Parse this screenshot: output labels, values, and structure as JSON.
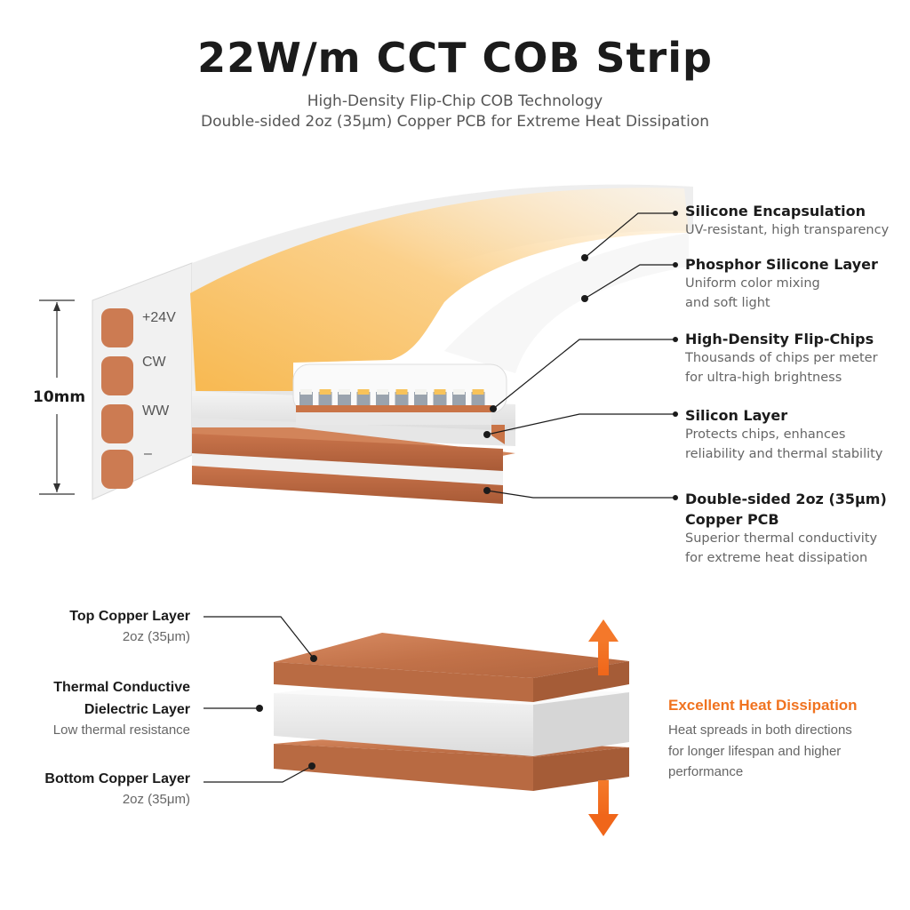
{
  "header": {
    "title": "22W/m CCT COB Strip",
    "subtitle_line1": "High-Density Flip-Chip COB Technology",
    "subtitle_line2": "Double-sided 2oz (35μm) Copper PCB for Extreme Heat Dissipation"
  },
  "strip": {
    "dimension": "10mm",
    "pads": [
      "+24V",
      "CW",
      "WW",
      "–"
    ],
    "chip_count": 10
  },
  "callouts": [
    {
      "head": "Silicone Encapsulation",
      "desc": [
        "UV-resistant, high transparency"
      ]
    },
    {
      "head": "Phosphor Silicone Layer",
      "desc": [
        "Uniform color mixing",
        "and soft light"
      ]
    },
    {
      "head": "High-Density Flip-Chips",
      "desc": [
        "Thousands of chips per meter",
        "for ultra-high brightness"
      ]
    },
    {
      "head": "Silicon Layer",
      "desc": [
        "Protects chips, enhances",
        "reliability and thermal stability"
      ]
    },
    {
      "head": "Double-sided 2oz (35μm)",
      "head2": "Copper PCB",
      "desc": [
        "Superior thermal conductivity",
        "for extreme heat dissipation"
      ]
    }
  ],
  "layers": {
    "top": {
      "head": "Top Copper Layer",
      "desc": "2oz (35μm)"
    },
    "middle": {
      "head1": "Thermal Conductive",
      "head2": "Dielectric Layer",
      "desc": "Low thermal resistance"
    },
    "bottom": {
      "head": "Bottom Copper Layer",
      "desc": "2oz (35μm)"
    }
  },
  "heat": {
    "head": "Excellent Heat Dissipation",
    "desc": [
      "Heat spreads in both directions",
      "for longer lifespan and higher",
      "performance"
    ]
  },
  "colors": {
    "copper": "#cc7b52",
    "glow": "#f5b347",
    "accent": "#f07320",
    "text_dark": "#1b1b1b",
    "text_grey": "#666666"
  }
}
